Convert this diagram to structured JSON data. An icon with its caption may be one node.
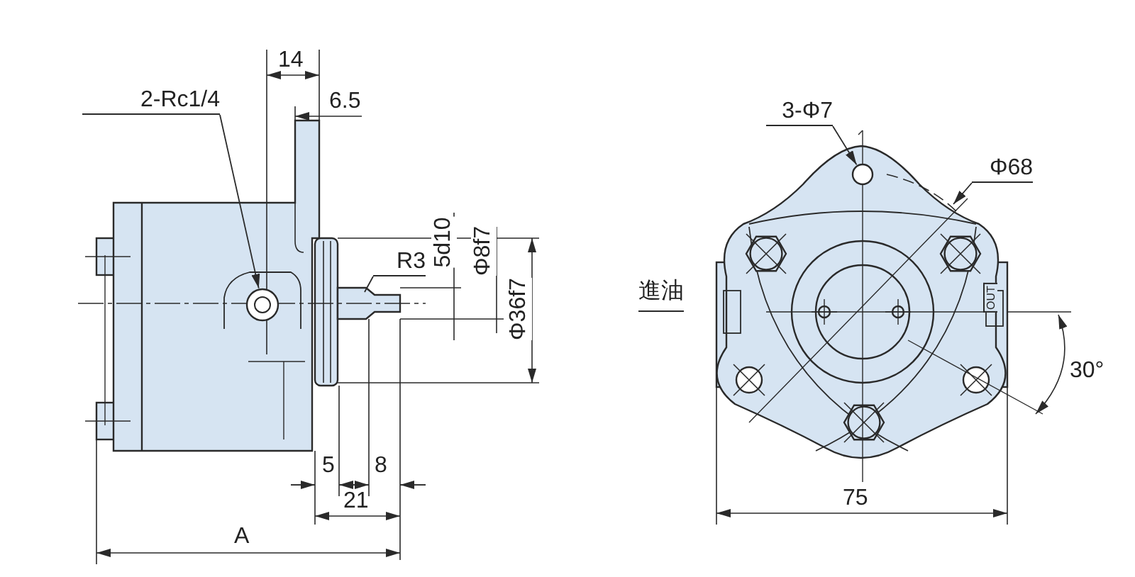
{
  "diagram": {
    "nodes": [
      {
        "text": [
          "2-Rc1/4"
        ]
      },
      {
        "text": [],
        "shape": "circle"
      },
      {
        "text": [
          "R3"
        ]
      },
      {
        "text": [
          "3-Φ7"
        ]
      },
      {
        "text": [],
        "shape": "circle"
      },
      {
        "text": [
          "Φ68"
        ]
      }
    ],
    "edges": [
      {
        "from": 0,
        "to": 1,
        "arrow": "to"
      },
      {
        "from": 2,
        "to": null,
        "arrow": "none"
      },
      {
        "from": 3,
        "to": 4,
        "arrow": "to"
      },
      {
        "from": 5,
        "to": null,
        "arrow": "to"
      }
    ],
    "labels": [
      "14",
      "6.5",
      "5d10",
      "Φ8f7",
      "Φ36f7",
      "5",
      "8",
      "21",
      "A",
      "進油",
      "OUT",
      "30°",
      "75"
    ]
  }
}
